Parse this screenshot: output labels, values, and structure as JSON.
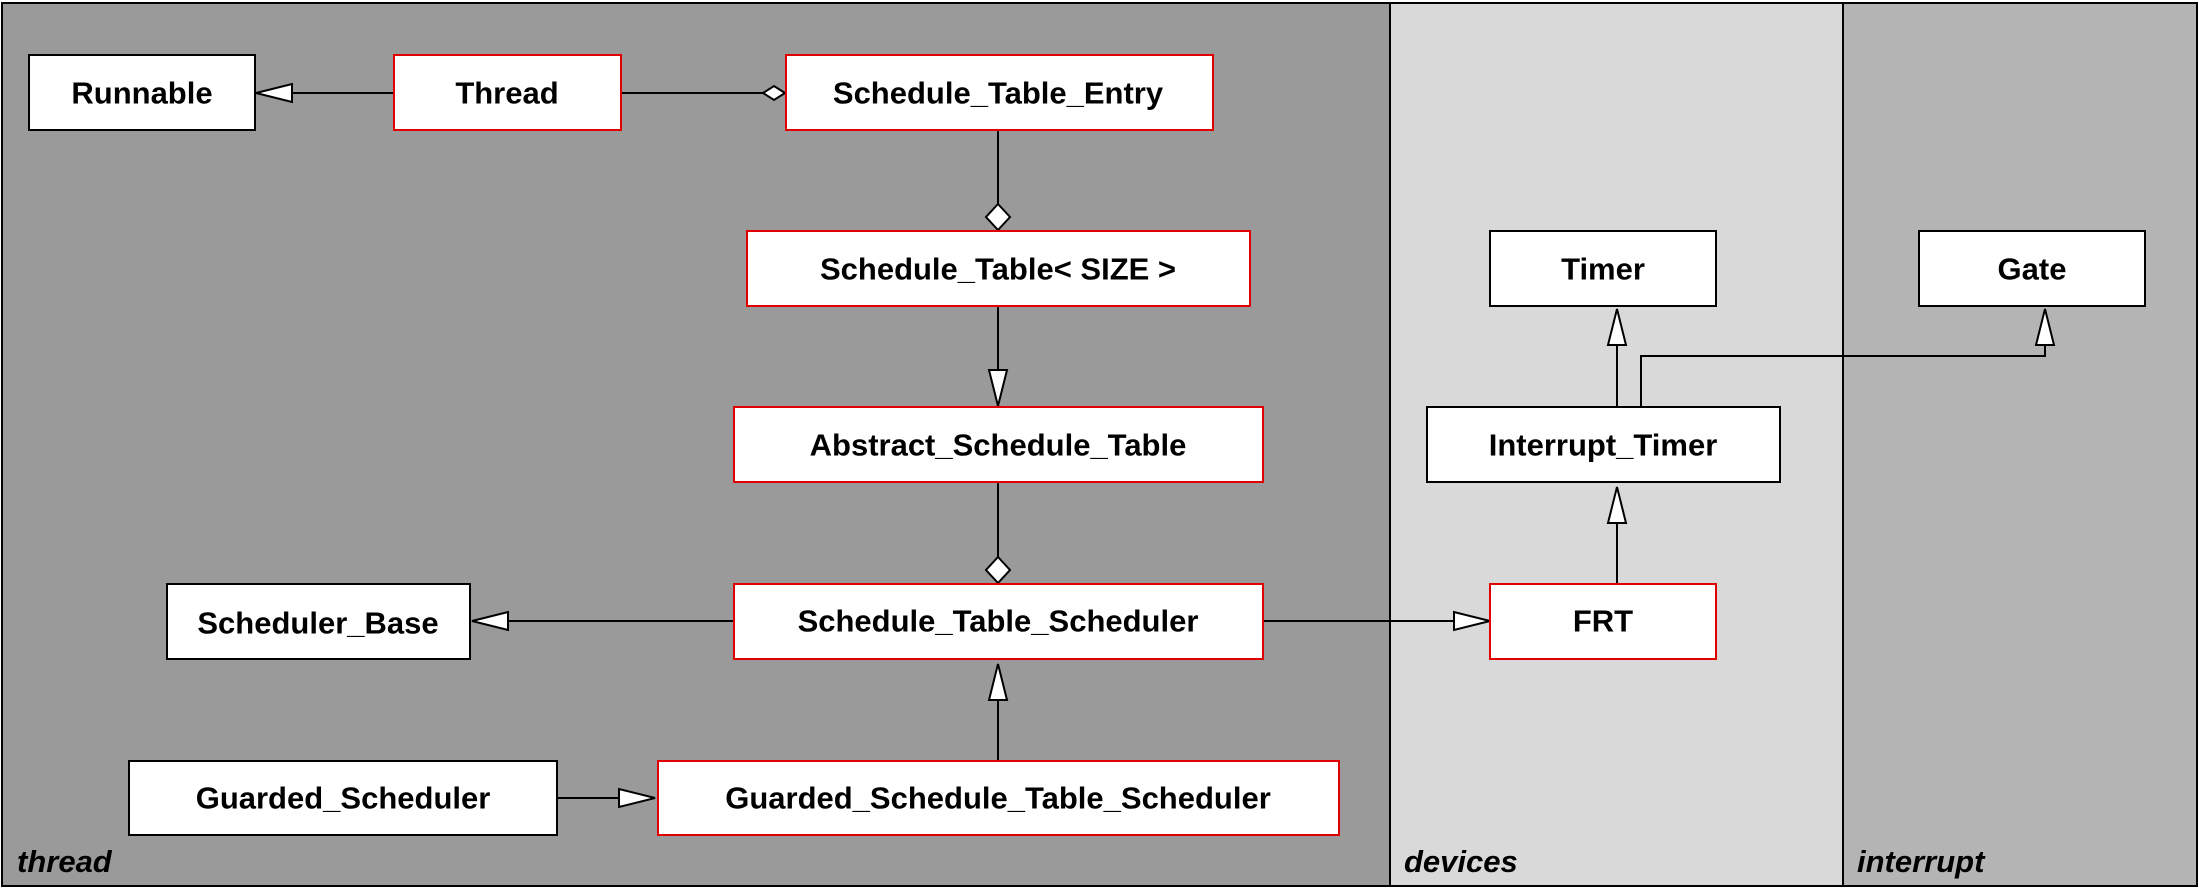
{
  "packages": {
    "thread": {
      "label": "thread",
      "color": "#9a9a9a"
    },
    "devices": {
      "label": "devices",
      "color": "#d9d9d9"
    },
    "interrupt": {
      "label": "interrupt",
      "color": "#b4b4b4"
    }
  },
  "classes": {
    "runnable": "Runnable",
    "thread": "Thread",
    "schedule_table_entry": "Schedule_Table_Entry",
    "schedule_table_size": "Schedule_Table< SIZE >",
    "abstract_schedule_table": "Abstract_Schedule_Table",
    "scheduler_base": "Scheduler_Base",
    "schedule_table_scheduler": "Schedule_Table_Scheduler",
    "guarded_scheduler": "Guarded_Scheduler",
    "guarded_schedule_table_scheduler": "Guarded_Schedule_Table_Scheduler",
    "timer": "Timer",
    "interrupt_timer": "Interrupt_Timer",
    "frt": "FRT",
    "gate": "Gate"
  },
  "colors": {
    "highlight_border": "#e00000",
    "normal_border": "#000000",
    "box_fill": "#ffffff"
  }
}
